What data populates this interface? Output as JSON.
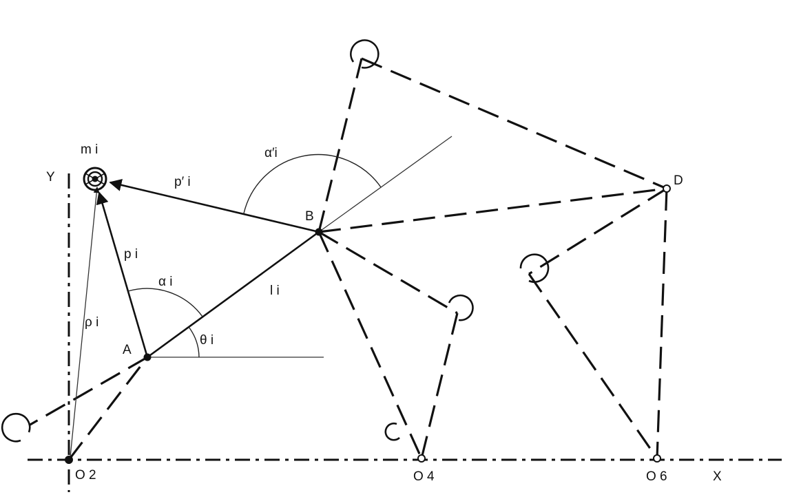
{
  "labels": {
    "mi": "m i",
    "Y": "Y",
    "p_prime_i": "p′ i",
    "alpha_prime_i": "α′i",
    "B": "B",
    "D": "D",
    "p_i": "p i",
    "alpha_i": "α i",
    "l_i": "l i",
    "rho_i": "ρ i",
    "theta_i": "θ i",
    "A": "A",
    "O2": "O 2",
    "O4": "O 4",
    "O6": "O 6",
    "X": "X"
  },
  "colors": {
    "ink": "#111111",
    "background": "#ffffff"
  }
}
